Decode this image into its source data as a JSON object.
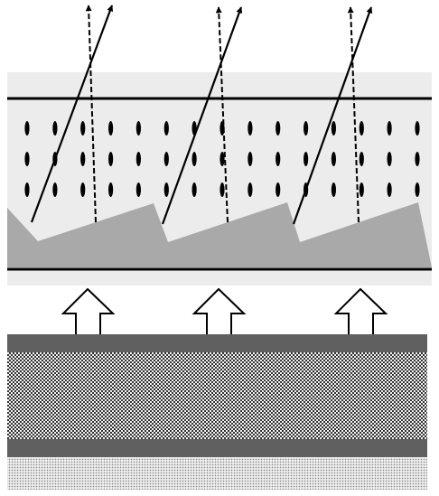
{
  "colors": {
    "background": "#ffffff",
    "cell_band": "#ececec",
    "prism": "#a9a9a9",
    "electrode": "#000000",
    "lc_molecule": "#000000",
    "ray": "#000000",
    "arrow_fill": "#ffffff",
    "arrow_stroke": "#000000",
    "backlight_dark": "#606060",
    "backlight_pattern_dark": "#333333",
    "backlight_pattern_light": "#f2f2f2",
    "backlight_bottom_pattern": "#8c8c8c"
  },
  "diagram": {
    "prism_count": 3,
    "lc_columns": 15,
    "lc_rows": 3,
    "solid_rays": 3,
    "dashed_rays": 3,
    "backlight_arrows": 3
  }
}
